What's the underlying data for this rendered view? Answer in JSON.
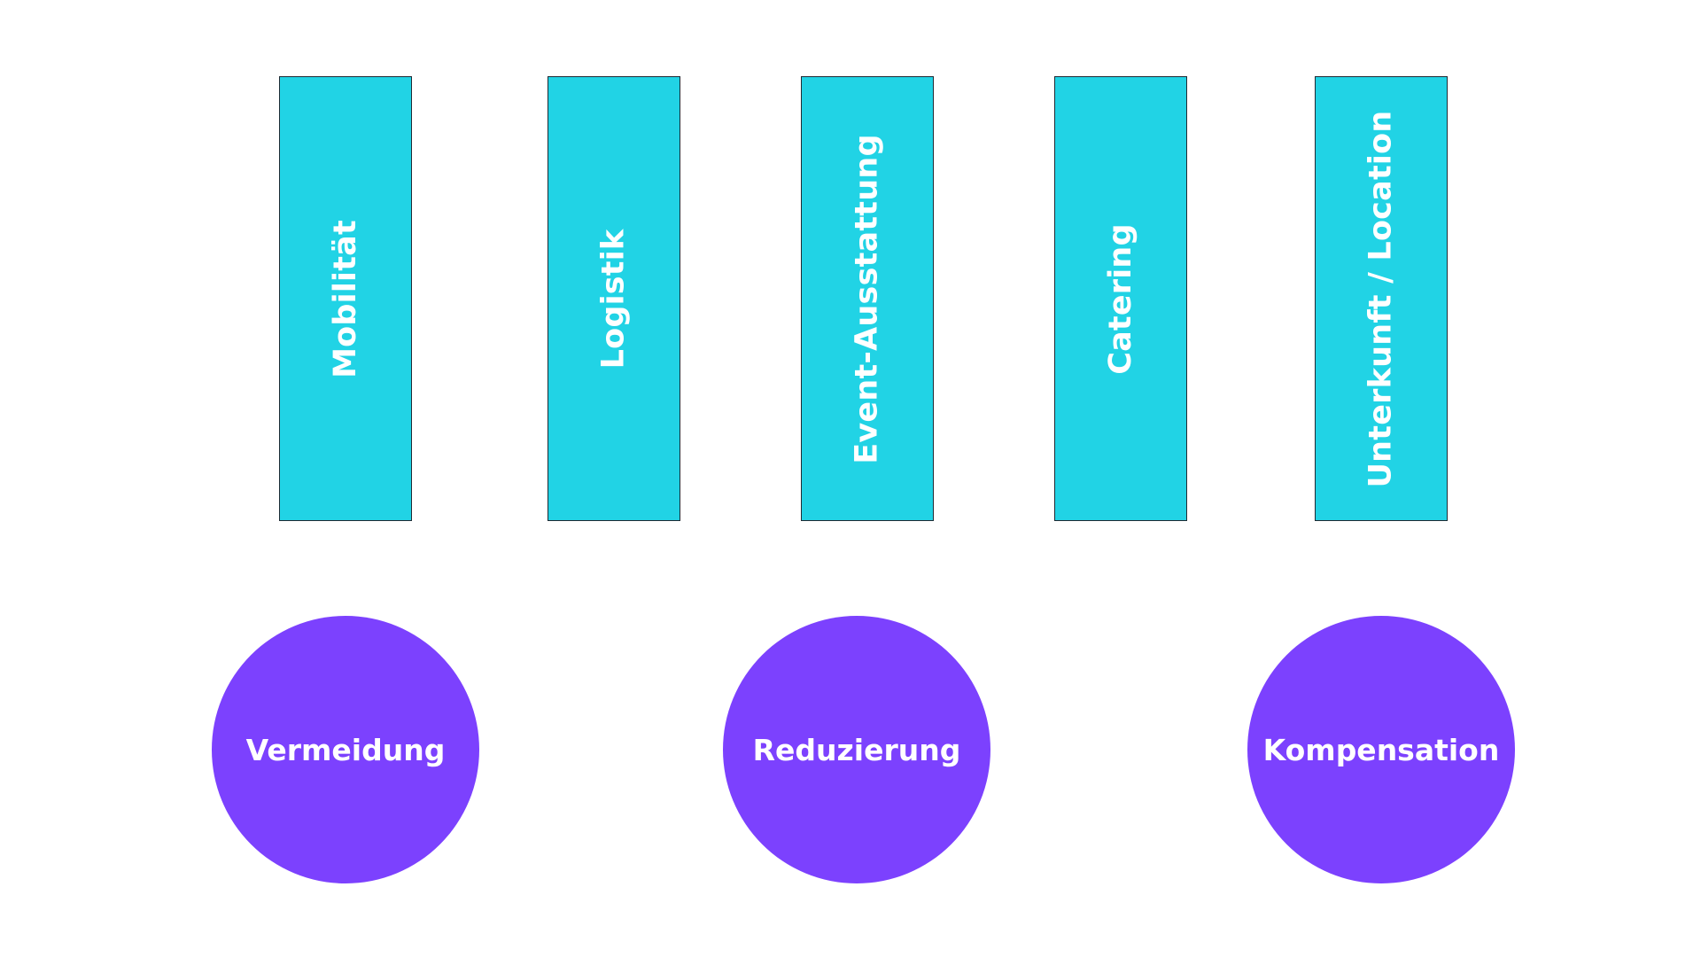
{
  "colors": {
    "bar_fill": "#21d3e5",
    "circle_fill": "#7c41fe",
    "label_text": "#ffffff",
    "bar_border": "#1f2a33"
  },
  "categories": [
    {
      "label": "Mobilität"
    },
    {
      "label": "Logistik"
    },
    {
      "label": "Event-Ausstattung"
    },
    {
      "label": "Catering"
    },
    {
      "label": "Unterkunft / Location"
    }
  ],
  "strategies": [
    {
      "label": "Vermeidung"
    },
    {
      "label": "Reduzierung"
    },
    {
      "label": "Kompensation"
    }
  ]
}
